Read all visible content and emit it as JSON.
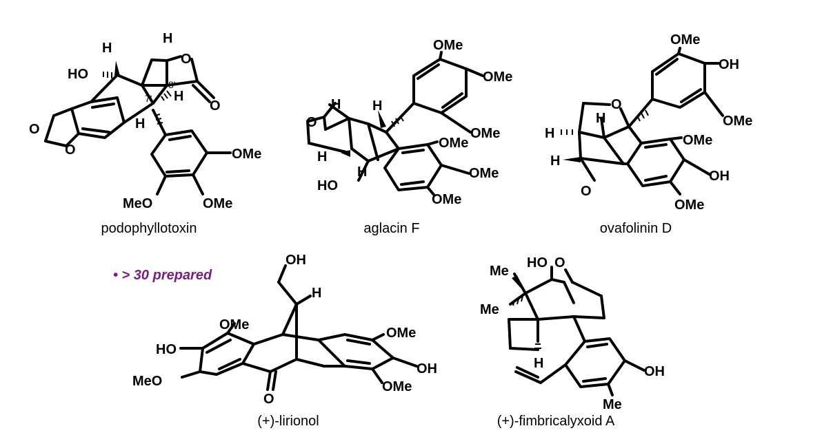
{
  "colors": {
    "ink": "#000000",
    "accent": "#7a1e86"
  },
  "note": "• > 30 prepared",
  "compounds": [
    {
      "name": "podophyllotoxin",
      "atoms": {
        "h_top": "H",
        "ho": "HO",
        "h_bridge": "H",
        "o_lac": "O",
        "o_carb": "O",
        "o1": "O",
        "o2": "O",
        "h8": "H",
        "h_down": "H",
        "ome_r": "OMe",
        "meo_bl": "MeO",
        "ome_bm": "OMe"
      },
      "locants": {
        "l7": "7'",
        "l8": "8'"
      }
    },
    {
      "name": "aglacin F",
      "atoms": {
        "ome_top": "OMe",
        "ome_mid": "OMe",
        "ome_ar": "OMe",
        "h_stereo": "H",
        "h_ring": "H",
        "o_ring": "O",
        "ome_a1": "OMe",
        "h_left": "H",
        "h_ho": "H",
        "ome_a2": "OMe",
        "ho": "HO",
        "ome_a3": "OMe"
      }
    },
    {
      "name": "ovafolinin D",
      "atoms": {
        "ome_top": "OMe",
        "oh_top": "OH",
        "o_ring": "O",
        "h_mid": "H",
        "h_left": "H",
        "ome_r1": "OMe",
        "ome_r2": "OMe",
        "h_lower": "H",
        "oh_r": "OH",
        "o_bot": "O",
        "ome_bot": "OMe"
      }
    },
    {
      "name": "(+)-lirionol",
      "atoms": {
        "oh_top": "OH",
        "h_top": "H",
        "ome_tl": "OMe",
        "ome_tr": "OMe",
        "ho_l": "HO",
        "oh_r": "OH",
        "meo_l": "MeO",
        "ome_br": "OMe",
        "o_keto": "O"
      }
    },
    {
      "name": "(+)-fimbricalyxoid A",
      "atoms": {
        "ho": "HO",
        "o_ring": "O",
        "me1": "Me",
        "me2": "Me",
        "h_mid": "H",
        "oh": "OH",
        "me_ar": "Me"
      }
    }
  ]
}
